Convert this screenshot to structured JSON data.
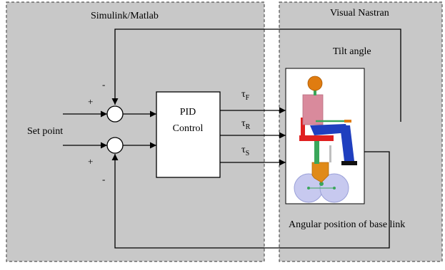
{
  "panels": {
    "left_title": "Simulink/Matlab",
    "right_title": "Visual Nastran"
  },
  "controller": {
    "line1": "PID",
    "line2": "Control"
  },
  "inputs": {
    "set_point": "Set point",
    "plus": "+",
    "minus": "-"
  },
  "torques": [
    {
      "symbol": "τ",
      "subscript": "F"
    },
    {
      "symbol": "τ",
      "subscript": "R"
    },
    {
      "symbol": "τ",
      "subscript": "S"
    }
  ],
  "feedback": {
    "tilt": "Tilt angle",
    "base": "Angular position of base link"
  },
  "colors": {
    "panel_fill": "#c8c8c8",
    "panel_border": "#555555",
    "line": "#000000",
    "head": "#e07c10",
    "torso": "#d98a9c",
    "legs": "#1f3fbf",
    "seat": "#e02020",
    "post": "#3aa65a",
    "base": "#e08a18",
    "wheels": "#c7c9ef"
  }
}
